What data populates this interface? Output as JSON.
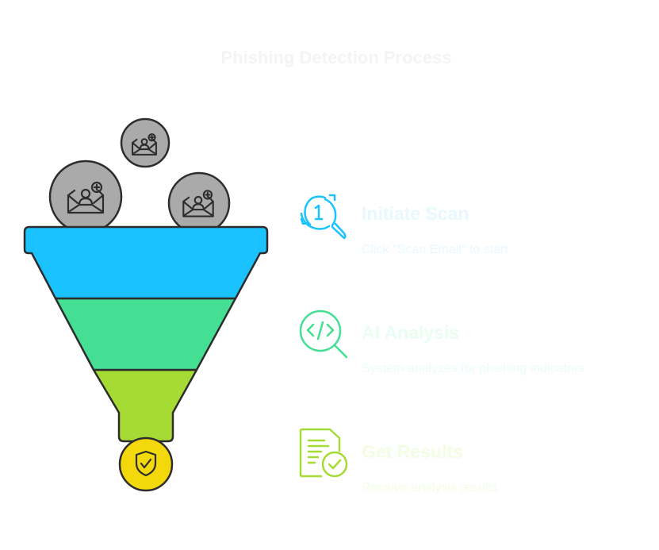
{
  "title": "Phishing Detection Process",
  "colors": {
    "stage1": "#1bc3fe",
    "stage2": "#44df93",
    "stage3": "#a6db35",
    "output": "#f3d80c",
    "ball": "#aaaaaa",
    "outline": "#2d2d2d"
  },
  "inputs": [
    {
      "icon": "email-add-user-icon"
    },
    {
      "icon": "email-add-user-icon"
    },
    {
      "icon": "email-add-user-icon"
    }
  ],
  "output": {
    "icon": "shield-check-icon"
  },
  "steps": [
    {
      "icon": "scan-number-1-icon",
      "title": "Initiate Scan",
      "description": "Click \"Scan Email\" to start",
      "title_color": "#e8f8ff",
      "desc_color": "#eaf8ff"
    },
    {
      "icon": "code-search-icon",
      "title": "AI Analysis",
      "description": "System analyzes for phishing indicators",
      "title_color": "#e9fdf3",
      "desc_color": "#ecfdf5"
    },
    {
      "icon": "document-check-icon",
      "title": "Get Results",
      "description": "Receive analysis results",
      "title_color": "#f3fde2",
      "desc_color": "#f4fde6"
    }
  ]
}
